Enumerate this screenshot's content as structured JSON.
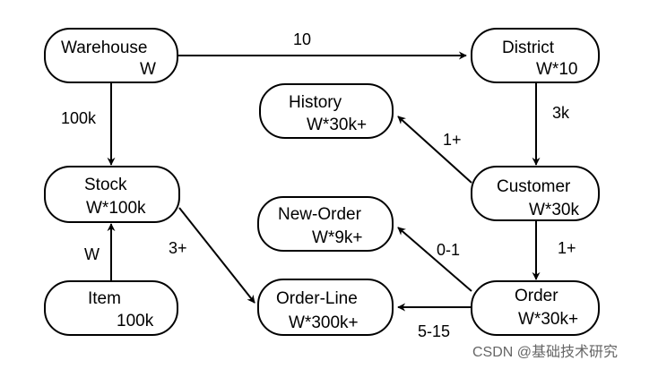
{
  "nodes": {
    "warehouse": {
      "name": "Warehouse",
      "card": "W"
    },
    "district": {
      "name": "District",
      "card": "W*10"
    },
    "history": {
      "name": "History",
      "card": "W*30k+"
    },
    "stock": {
      "name": "Stock",
      "card": "W*100k"
    },
    "customer": {
      "name": "Customer",
      "card": "W*30k"
    },
    "new_order": {
      "name": "New-Order",
      "card": "W*9k+"
    },
    "item": {
      "name": "Item",
      "card": "100k"
    },
    "order_line": {
      "name": "Order-Line",
      "card": "W*300k+"
    },
    "order": {
      "name": "Order",
      "card": "W*30k+"
    }
  },
  "edges": {
    "warehouse_district": "10",
    "warehouse_stock": "100k",
    "district_customer": "3k",
    "customer_history": "1+",
    "customer_order": "1+",
    "order_new_order": "0-1",
    "order_order_line": "5-15",
    "stock_order_line": "3+",
    "item_stock": "W"
  },
  "watermark": "CSDN @基础技术研究"
}
